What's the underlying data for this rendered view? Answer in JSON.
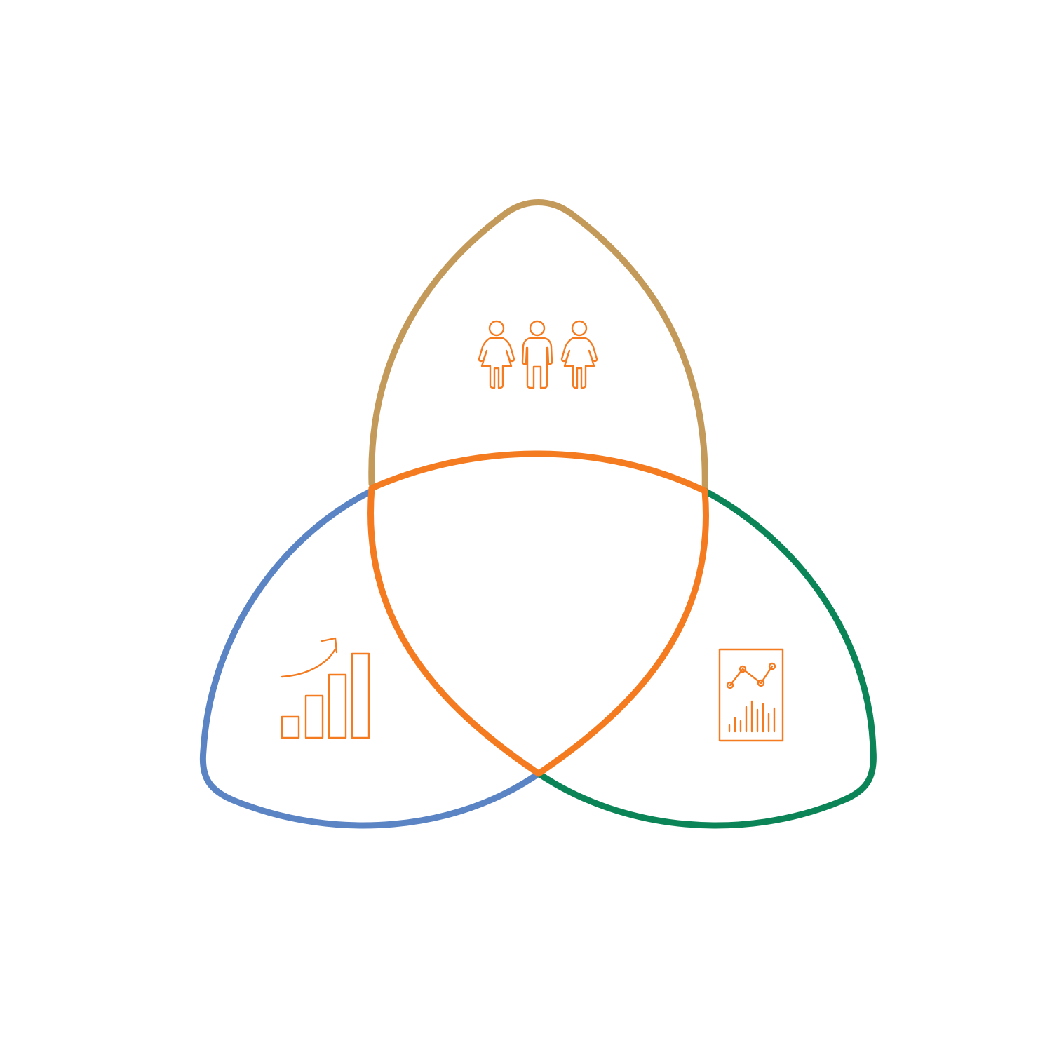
{
  "diagram": {
    "type": "three-set venn diagram",
    "sets": [
      {
        "key": "top",
        "icon": "people-group-icon",
        "color": "#C49A5A"
      },
      {
        "key": "left",
        "icon": "growth-bar-chart-icon",
        "color": "#5B84C4"
      },
      {
        "key": "right",
        "icon": "report-chart-icon",
        "color": "#0B8457"
      }
    ],
    "center_overlap": {
      "color": "#F47B20"
    },
    "icon_color": "#F47B20",
    "background": "#FFFFFF"
  }
}
